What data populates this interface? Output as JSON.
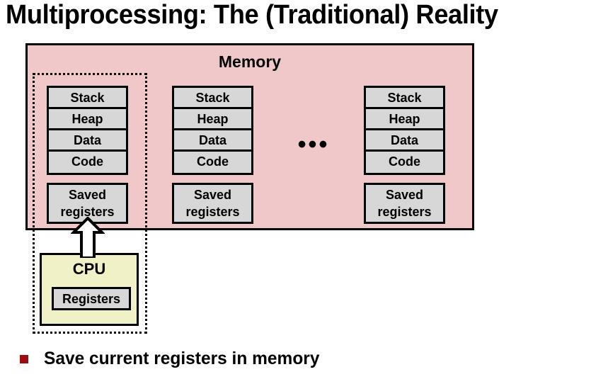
{
  "slide": {
    "title": "Multiprocessing: The (Traditional) Reality",
    "background_color": "#ffffff"
  },
  "memory": {
    "label": "Memory",
    "fill_color": "#f1c8ca",
    "border_color": "#000000",
    "ellipsis": "•••"
  },
  "processes": [
    {
      "name": "process-1",
      "segments": [
        "Stack",
        "Heap",
        "Data",
        "Code"
      ],
      "saved_registers_line1": "Saved",
      "saved_registers_line2": "registers",
      "highlighted": true
    },
    {
      "name": "process-2",
      "segments": [
        "Stack",
        "Heap",
        "Data",
        "Code"
      ],
      "saved_registers_line1": "Saved",
      "saved_registers_line2": "registers",
      "highlighted": false
    },
    {
      "name": "process-3",
      "segments": [
        "Stack",
        "Heap",
        "Data",
        "Code"
      ],
      "saved_registers_line1": "Saved",
      "saved_registers_line2": "registers",
      "highlighted": false
    }
  ],
  "cpu": {
    "label": "CPU",
    "registers_label": "Registers",
    "fill_color": "#f1f1c8",
    "registers_fill_color": "#d7d7d7"
  },
  "arrow": {
    "name": "save-registers-arrow",
    "direction": "up",
    "fill_color": "#ffffff",
    "stroke_color": "#000000"
  },
  "bullets": [
    {
      "marker_color": "#9c0c10",
      "text": "Save current registers in memory"
    }
  ]
}
